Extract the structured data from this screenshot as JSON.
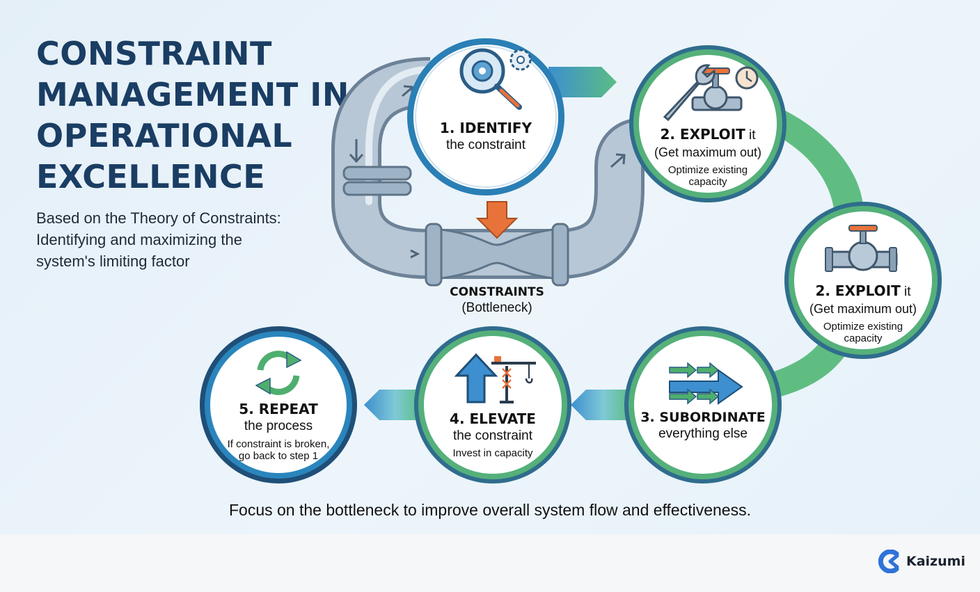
{
  "header": {
    "title_lines": [
      "CONSTRAINT",
      "MANAGEMENT IN",
      "OPERATIONAL",
      "EXCELLENCE"
    ],
    "subtitle_lines": [
      "Based on the Theory of Constraints:",
      "Identifying and maximizing the",
      "system's limiting factor"
    ]
  },
  "bottleneck": {
    "label": "CONSTRAINTS",
    "sublabel": "(Bottleneck)"
  },
  "steps": [
    {
      "heading": "1. IDENTIFY",
      "sub": "the constraint",
      "detail": [],
      "icon": "magnifier-gears-icon",
      "ring": "#2a7fb5"
    },
    {
      "heading_main": "2. EXPLOIT",
      "heading_tail": " it",
      "sub": "(Get maximum out)",
      "detail": [
        "Optimize existing",
        "capacity"
      ],
      "icon": "wrench-valve-clock-icon",
      "ring": "#4fae6d"
    },
    {
      "heading_main": "2. EXPLOIT",
      "heading_tail": " it",
      "sub": "(Get maximum out)",
      "detail": [
        "Optimize existing",
        "capacity"
      ],
      "icon": "valve-icon",
      "ring": "#4fae6d"
    },
    {
      "heading": "3. SUBORDINATE",
      "sub": "everything else",
      "detail": [],
      "icon": "arrows-icon",
      "ring": "#4fae6d"
    },
    {
      "heading": "4. ELEVATE",
      "sub": "the constraint",
      "detail": [
        "Invest in capacity"
      ],
      "icon": "arrow-up-crane-icon",
      "ring": "#4fae6d"
    },
    {
      "heading": "5. REPEAT",
      "sub": "the process",
      "detail": [
        "If constraint is broken,",
        "go back to step 1"
      ],
      "icon": "cycle-arrows-icon",
      "ring": "#2a7fb5"
    }
  ],
  "tagline": "Focus on the bottleneck to improve overall system flow and effectiveness.",
  "brand": {
    "name": "Kaizumi",
    "icon": "kaizumi-logo-icon"
  },
  "colors": {
    "navy": "#1a3d63",
    "blue_ring": "#2a7fb5",
    "green_ring": "#4fae6d",
    "orange": "#e8733a",
    "pipe": "#a9bccd"
  }
}
